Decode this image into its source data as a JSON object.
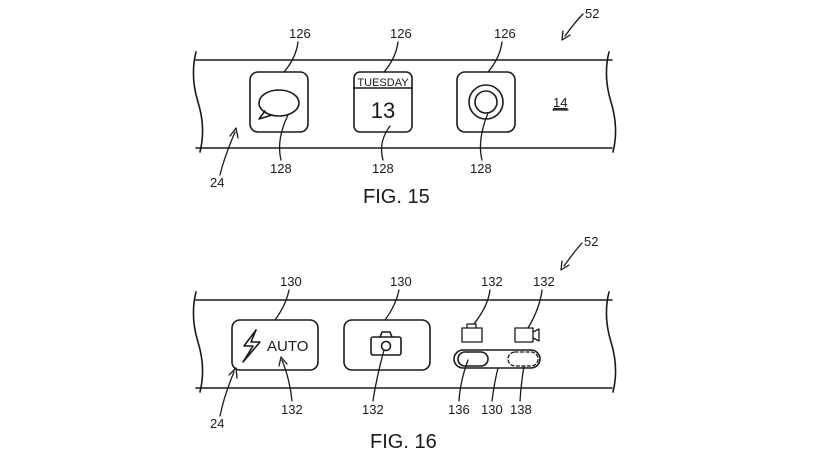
{
  "fig15": {
    "caption": "FIG. 15",
    "device_ref": "52",
    "band_ref": "24",
    "surface_ref": "14",
    "icon_refs": [
      "126",
      "126",
      "126"
    ],
    "inner_refs": [
      "128",
      "128",
      "128"
    ],
    "calendar_day": "TUESDAY",
    "calendar_date": "13",
    "icons": [
      "speech-bubble-icon",
      "calendar-icon",
      "record-button-icon"
    ]
  },
  "fig16": {
    "caption": "FIG. 16",
    "device_ref": "52",
    "band_ref": "24",
    "button_refs": [
      "130",
      "130"
    ],
    "label_refs": [
      "132",
      "132"
    ],
    "mode_icon_refs": [
      "132",
      "132"
    ],
    "slider_refs": [
      "136",
      "130",
      "138"
    ],
    "flash_label": "AUTO",
    "icons": [
      "lightning-icon",
      "camera-icon",
      "photo-mode-icon",
      "video-mode-icon"
    ]
  }
}
